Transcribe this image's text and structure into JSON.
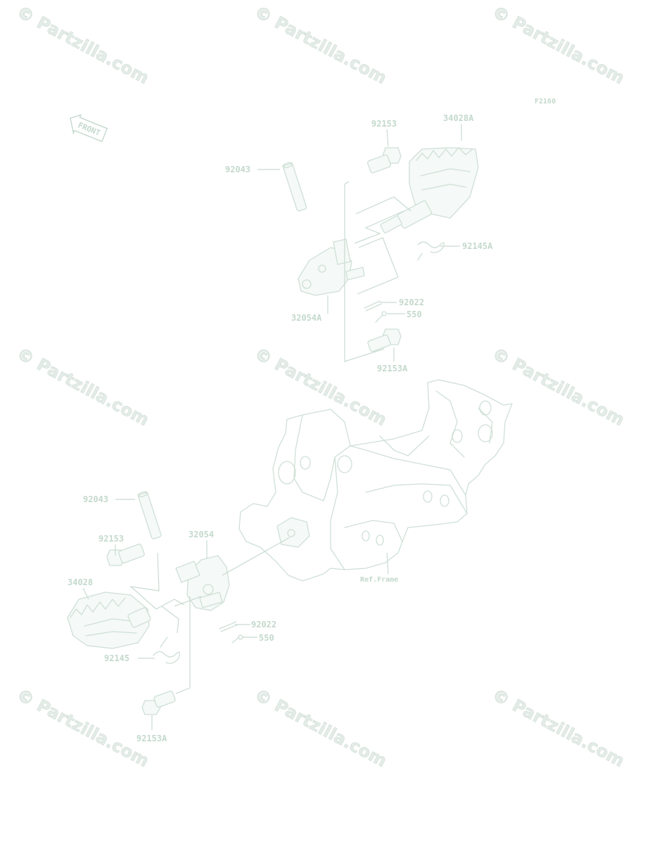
{
  "figure_code": "F2160",
  "front_label": "FRONT",
  "watermark": "© Partzilla.com",
  "labels": {
    "top_92153": "92153",
    "top_34028A": "34028A",
    "top_92043": "92043",
    "top_92145A": "92145A",
    "top_32054A": "32054A",
    "top_92022": "92022",
    "top_550": "550",
    "top_92153A": "92153A",
    "bot_92043": "92043",
    "bot_32054": "32054",
    "bot_92153": "92153",
    "bot_34028": "34028",
    "bot_92022": "92022",
    "bot_550": "550",
    "bot_92145": "92145",
    "bot_92153A": "92153A",
    "ref_frame": "Ref.Frame"
  }
}
